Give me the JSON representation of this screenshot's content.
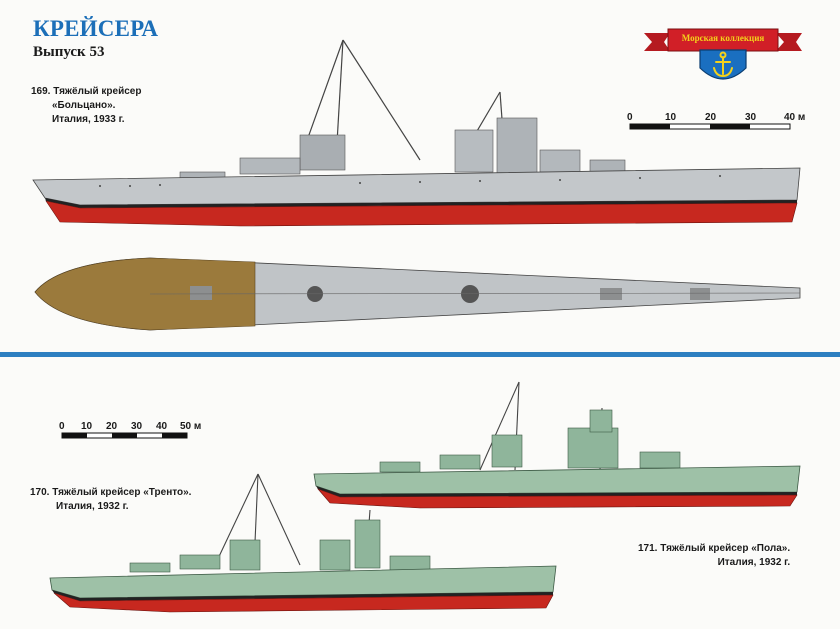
{
  "header": {
    "series_title": "КРЕЙСЕРА",
    "issue": "Выпуск 53"
  },
  "badge": {
    "ribbon_text": "Морская коллекция",
    "icon": "anchor-icon",
    "colors": {
      "ribbon": "#d11f27",
      "shield": "#1a6fc0",
      "anchor": "#f3d21b"
    }
  },
  "ships": [
    {
      "caption_lines": [
        "169. Тяжёлый крейсер",
        "«Больцано».",
        "Италия, 1933 г."
      ]
    },
    {
      "caption_lines": [
        "170. Тяжёлый крейсер «Тренто».",
        "Италия, 1932 г."
      ]
    },
    {
      "caption_lines": [
        "171. Тяжёлый крейсер «Пола».",
        "Италия, 1932 г."
      ]
    }
  ],
  "scales": [
    {
      "ticks": [
        "0",
        "10",
        "20",
        "30",
        "40 м"
      ]
    },
    {
      "ticks": [
        "0",
        "10",
        "20",
        "30",
        "40",
        "50 м"
      ]
    }
  ],
  "colors": {
    "accent": "#1c6fb8",
    "hull_grey": "#b9bec2",
    "hull_green": "#8fb59b",
    "waterline_red": "#c7281f",
    "deck_wood": "#9b7a3c"
  }
}
